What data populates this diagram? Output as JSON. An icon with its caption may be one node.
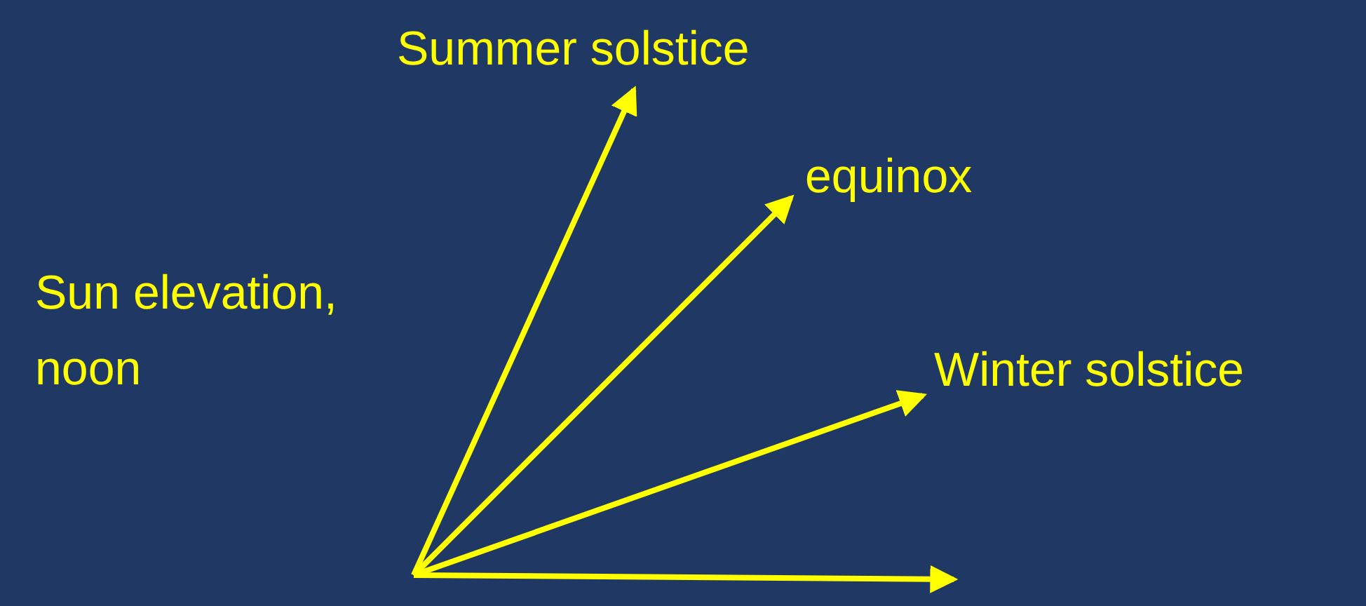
{
  "diagram": {
    "labels": [
      "Summer solstice",
      "equinox",
      "Sun elevation, noon",
      "Winter solstice"
    ]
  }
}
